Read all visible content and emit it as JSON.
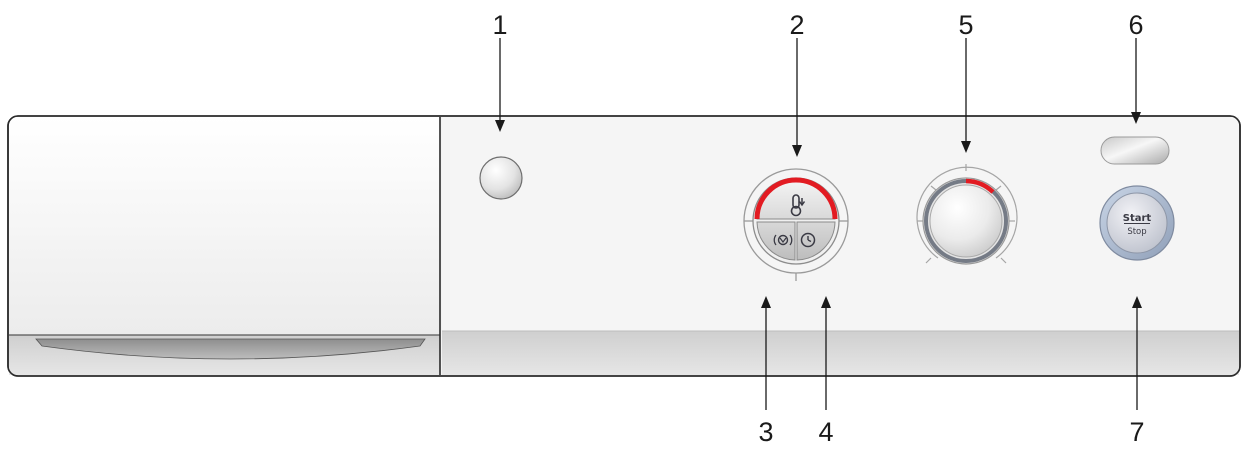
{
  "callouts": [
    {
      "number": "1"
    },
    {
      "number": "2"
    },
    {
      "number": "3"
    },
    {
      "number": "4"
    },
    {
      "number": "5"
    },
    {
      "number": "6"
    },
    {
      "number": "7"
    }
  ],
  "start_stop_button": {
    "start_label": "Start",
    "stop_label": "Stop"
  },
  "icons": {
    "temperature": "temperature-icon",
    "spin_speed": "spin-speed-icon",
    "delay_timer": "clock-icon"
  },
  "colors": {
    "accent_red": "#e21b22",
    "panel_body": "#f2f2f2",
    "panel_outline": "#2a2a2a",
    "panel_bottom_strip": "#c8c8c8"
  }
}
